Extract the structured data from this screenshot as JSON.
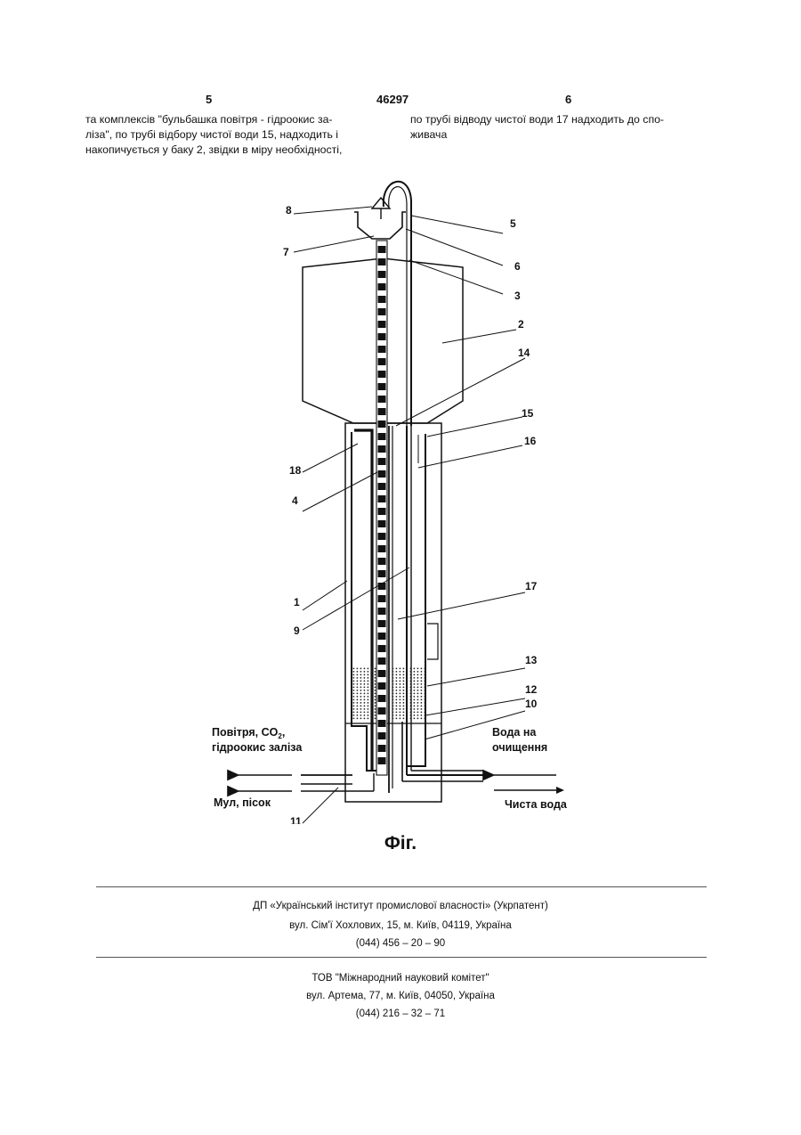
{
  "header": {
    "page_left": "5",
    "patent_number": "46297",
    "page_right": "6"
  },
  "body": {
    "left_lines": [
      "та комплексів \"бульбашка повітря - гідроокис за-",
      "ліза\", по трубі відбору чистої води 15, надходить і",
      "накопичується у баку 2, звідки в міру необхідності,"
    ],
    "right_lines": [
      "по трубі відводу чистої води 17 надходить до спо-",
      "живача"
    ]
  },
  "figure": {
    "numbers": {
      "n1": "1",
      "n2": "2",
      "n3": "3",
      "n4": "4",
      "n5": "5",
      "n6": "6",
      "n7": "7",
      "n8": "8",
      "n9": "9",
      "n10": "10",
      "n11": "11",
      "n12": "12",
      "n13": "13",
      "n14": "14",
      "n15": "15",
      "n16": "16",
      "n17": "17",
      "n18": "18"
    },
    "labels": {
      "air_line1": "Повітря, CO",
      "air_sub": "2",
      "air_comma": ",",
      "air_line2": "гідроокис заліза",
      "water_in_line1": "Вода на",
      "water_in_line2": "очищення",
      "sludge": "Мул, пісок",
      "clean_water": "Чиста вода"
    },
    "caption": "Фіг."
  },
  "footer": {
    "org1_name": "ДП «Український інститут промислової власності» (Укрпатент)",
    "org1_address": "вул. Сім'ї Хохлових, 15, м. Київ, 04119, Україна",
    "org1_phone": "(044) 456 – 20 – 90",
    "org2_name": "ТОВ \"Міжнародний науковий комітет\"",
    "org2_address": "вул. Артема, 77, м. Київ, 04050, Україна",
    "org2_phone": "(044) 216 – 32 – 71"
  }
}
